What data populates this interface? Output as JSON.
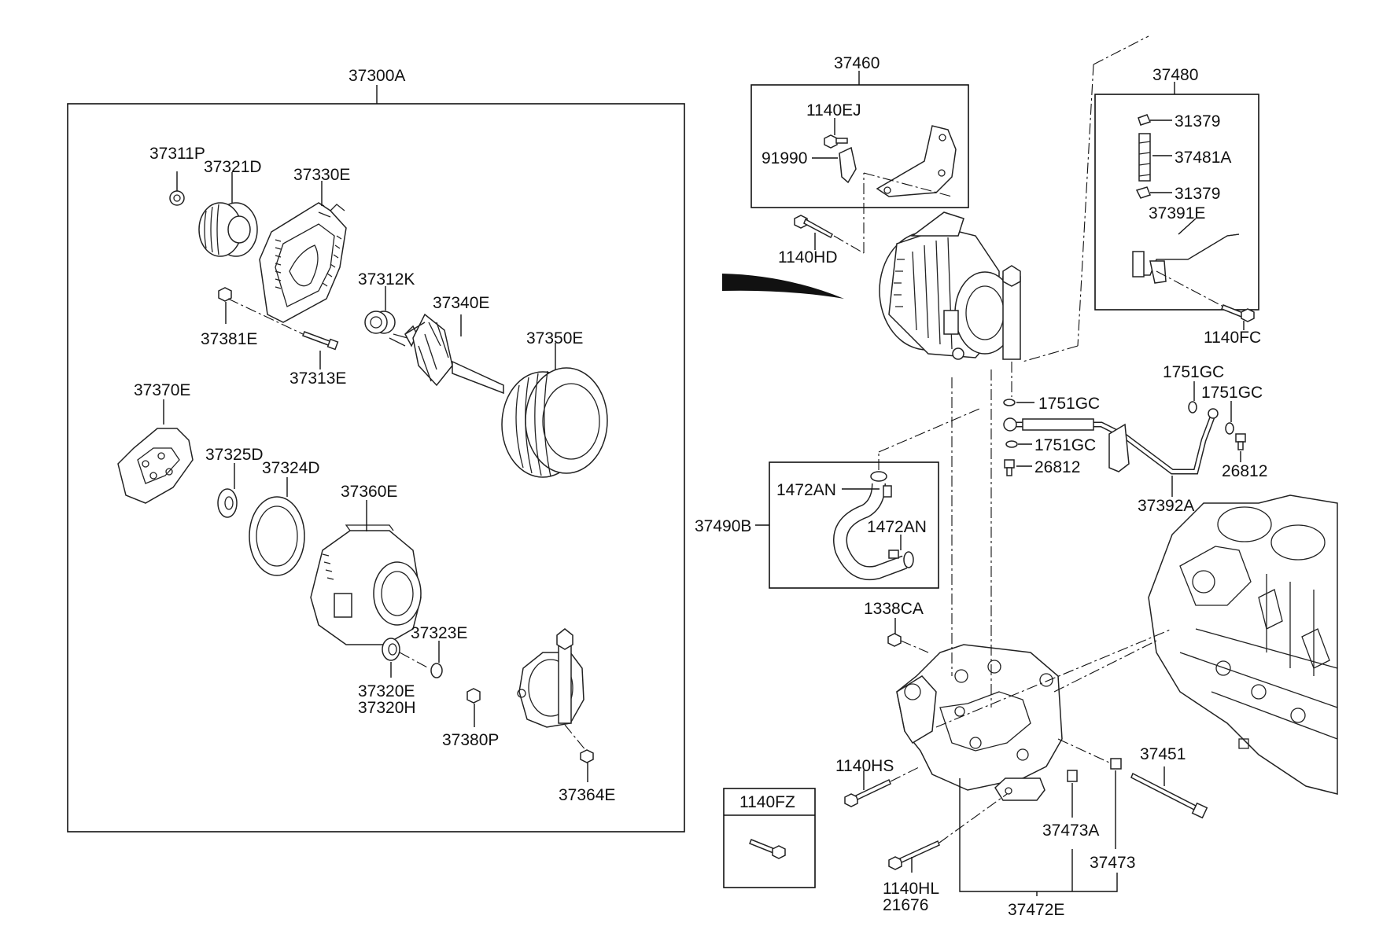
{
  "parts": {
    "p37300A": "37300A",
    "p37311P": "37311P",
    "p37321D": "37321D",
    "p37330E": "37330E",
    "p37312K": "37312K",
    "p37340E": "37340E",
    "p37381E": "37381E",
    "p37313E": "37313E",
    "p37350E": "37350E",
    "p37370E": "37370E",
    "p37325D": "37325D",
    "p37324D": "37324D",
    "p37360E": "37360E",
    "p37323E": "37323E",
    "p37320E": "37320E",
    "p37320H": "37320H",
    "p37380P": "37380P",
    "p37364E": "37364E",
    "p37460": "37460",
    "p1140EJ": "1140EJ",
    "p91990": "91990",
    "p1140HD": "1140HD",
    "p37480": "37480",
    "p31379a": "31379",
    "p37481A": "37481A",
    "p31379b": "31379",
    "p37391E": "37391E",
    "p1140FC": "1140FC",
    "p1751GCa": "1751GC",
    "p1751GCb": "1751GC",
    "p1751GCc": "1751GC",
    "p1751GCd": "1751GC",
    "p26812a": "26812",
    "p26812b": "26812",
    "p37392A": "37392A",
    "p1472ANa": "1472AN",
    "p1472ANb": "1472AN",
    "p37490B": "37490B",
    "p1338CA": "1338CA",
    "p1140HS": "1140HS",
    "p37451": "37451",
    "p1140FZ": "1140FZ",
    "p37473A": "37473A",
    "p37473": "37473",
    "p1140HL": "1140HL",
    "p21676": "21676",
    "p37472E": "37472E"
  }
}
